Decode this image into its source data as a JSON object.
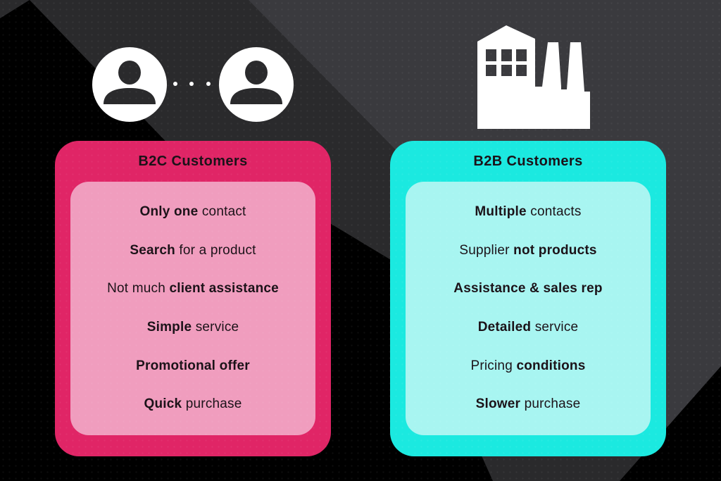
{
  "colors": {
    "bg_light_gray": "#3A3A3E",
    "bg_dark_gray": "#2A2A2C",
    "bg_black": "#000000",
    "b2c_outer_pink": "#E02566",
    "b2c_inner_pink": "#F09DBE",
    "b2b_outer_cyan": "#1BE9E0",
    "b2b_inner_cyan": "#A8F5F1",
    "icon_white": "#FFFFFF",
    "text_dark": "#1B1218"
  },
  "icons": {
    "b2c_icon": "two-person-avatars-with-dots",
    "b2b_icon": "factory-building",
    "connection_dots_count": 4
  },
  "cards": {
    "b2c": {
      "title": "B2C Customers",
      "items": [
        [
          {
            "text": "Only one",
            "bold": true
          },
          {
            "text": " contact",
            "bold": false
          }
        ],
        [
          {
            "text": "Search",
            "bold": true
          },
          {
            "text": " for a product",
            "bold": false
          }
        ],
        [
          {
            "text": "Not much ",
            "bold": false
          },
          {
            "text": "client assistance",
            "bold": true
          }
        ],
        [
          {
            "text": "Simple",
            "bold": true
          },
          {
            "text": " service",
            "bold": false
          }
        ],
        [
          {
            "text": "Promotional offer",
            "bold": true
          }
        ],
        [
          {
            "text": "Quick",
            "bold": true
          },
          {
            "text": " purchase",
            "bold": false
          }
        ]
      ]
    },
    "b2b": {
      "title": "B2B Customers",
      "items": [
        [
          {
            "text": "Multiple",
            "bold": true
          },
          {
            "text": " contacts",
            "bold": false
          }
        ],
        [
          {
            "text": "Supplier ",
            "bold": false
          },
          {
            "text": "not products",
            "bold": true
          }
        ],
        [
          {
            "text": "Assistance & sales rep",
            "bold": true
          }
        ],
        [
          {
            "text": "Detailed",
            "bold": true
          },
          {
            "text": " service",
            "bold": false
          }
        ],
        [
          {
            "text": "Pricing ",
            "bold": false
          },
          {
            "text": "conditions",
            "bold": true
          }
        ],
        [
          {
            "text": "Slower",
            "bold": true
          },
          {
            "text": " purchase",
            "bold": false
          }
        ]
      ]
    }
  }
}
